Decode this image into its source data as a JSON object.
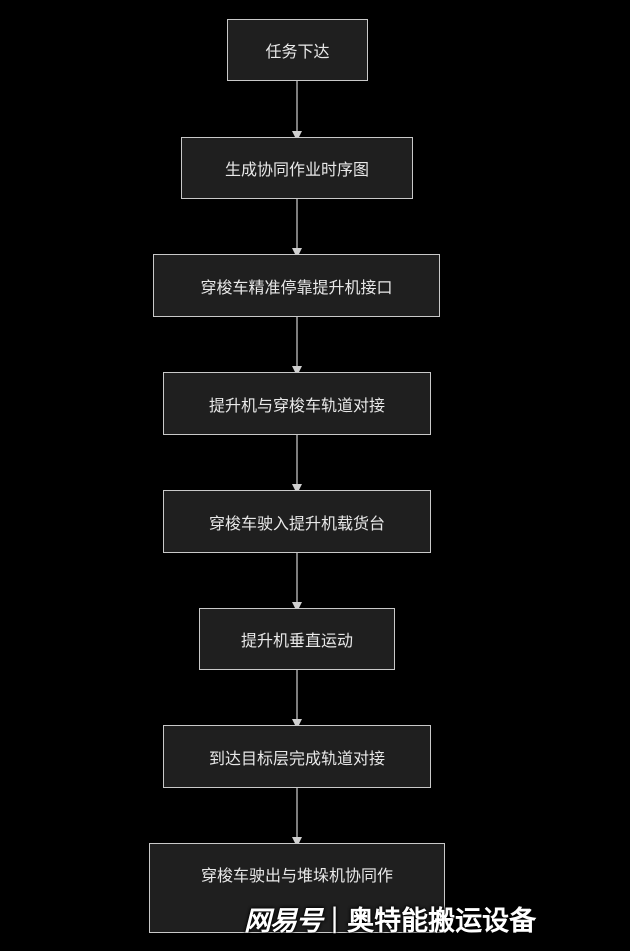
{
  "flowchart": {
    "nodes": [
      {
        "id": "n1",
        "label": "任务下达"
      },
      {
        "id": "n2",
        "label": "生成协同作业时序图"
      },
      {
        "id": "n3",
        "label": "穿梭车精准停靠提升机接口"
      },
      {
        "id": "n4",
        "label": "提升机与穿梭车轨道对接"
      },
      {
        "id": "n5",
        "label": "穿梭车驶入提升机载货台"
      },
      {
        "id": "n6",
        "label": "提升机垂直运动"
      },
      {
        "id": "n7",
        "label": "到达目标层完成轨道对接"
      },
      {
        "id": "n8",
        "label": "穿梭车驶出与堆垛机协同作"
      }
    ],
    "edges": [
      {
        "from": "n1",
        "to": "n2"
      },
      {
        "from": "n2",
        "to": "n3"
      },
      {
        "from": "n3",
        "to": "n4"
      },
      {
        "from": "n4",
        "to": "n5"
      },
      {
        "from": "n5",
        "to": "n6"
      },
      {
        "from": "n6",
        "to": "n7"
      },
      {
        "from": "n7",
        "to": "n8"
      }
    ]
  },
  "watermark": {
    "brand": "网易号",
    "separator": "|",
    "account": "奥特能搬运设备"
  },
  "colors": {
    "background": "#000000",
    "node_fill": "#1f1f1f",
    "node_border": "#c9c9c9",
    "text": "#e8e8e8",
    "arrow": "#d0d0d0"
  }
}
